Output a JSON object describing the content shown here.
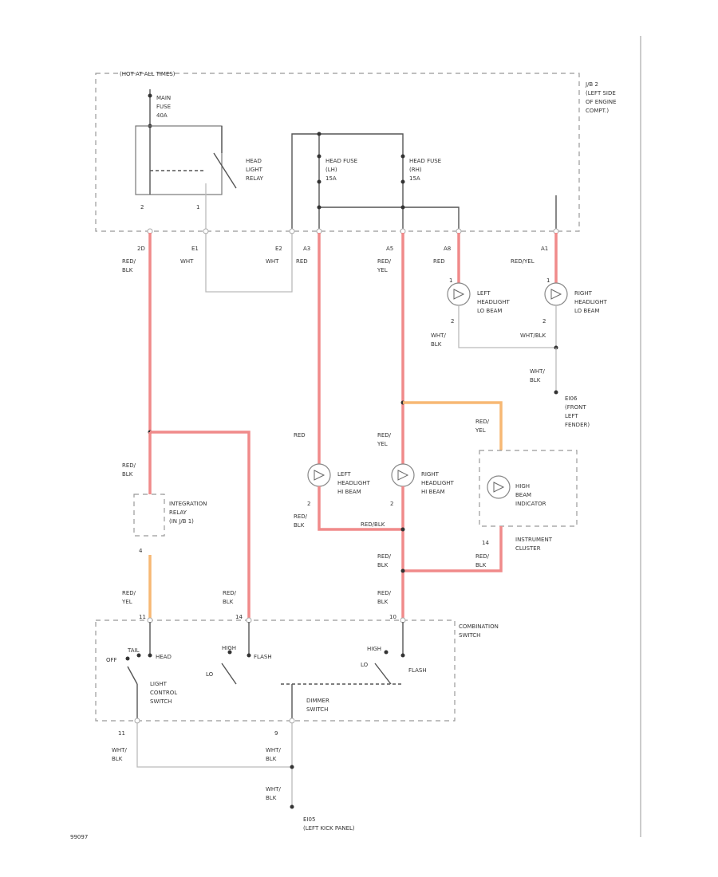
{
  "labels": {
    "under_dash_panel": "(HOT AT ALL TIMES)",
    "main_fuse": [
      "MAIN",
      "FUSE",
      "40A"
    ],
    "headlight_relay": [
      "HEAD",
      "LIGHT",
      "RELAY"
    ],
    "jb2": [
      "J/B 2",
      "(LEFT SIDE",
      "OF ENGINE",
      "COMPT.)"
    ],
    "fuse_lh": [
      "HEAD FUSE",
      "(LH)",
      "15A"
    ],
    "fuse_rh": [
      "HEAD FUSE",
      "(RH)",
      "15A"
    ],
    "relay_pins": [
      "2",
      "1"
    ],
    "conn_top": [
      "2D",
      "E1",
      "E2",
      "A3",
      "A5",
      "A8",
      "A1"
    ],
    "wire_red_blk": [
      "RED/",
      "BLK"
    ],
    "wire_wht_1": "WHT",
    "wire_wht_2": "WHT",
    "wire_red_1": "RED",
    "wire_red_yel_top": [
      "RED/",
      "YEL"
    ],
    "wire_red_left_lo": "RED",
    "wire_red_yel_right_lo": "RED/YEL",
    "left_lo": [
      "LEFT",
      "HEADLIGHT",
      "LO BEAM"
    ],
    "right_lo": [
      "RIGHT",
      "HEADLIGHT",
      "LO BEAM"
    ],
    "lo_pin_1": "1",
    "lo_pin_2": "1",
    "lo_pin_3": "2",
    "lo_pin_4": "2",
    "wire_wht_blk_1": [
      "WHT/",
      "BLK"
    ],
    "wire_wht_blk_2": "WHT/BLK",
    "wire_wht_blk_3": [
      "WHT/",
      "BLK"
    ],
    "ground_front": [
      "EI06",
      "(FRONT",
      "LEFT",
      "FENDER)"
    ],
    "wire_red_yel_ind": [
      "RED/",
      "YEL"
    ],
    "wire_red_hi": "RED",
    "wire_red_yel_hi": [
      "RED/",
      "YEL"
    ],
    "left_hi": [
      "LEFT",
      "HEADLIGHT",
      "HI BEAM"
    ],
    "right_hi": [
      "RIGHT",
      "HEADLIGHT",
      "HI BEAM"
    ],
    "hi_pin_1": "2",
    "hi_pin_2": "2",
    "hi_beam_ind": [
      "HIGH",
      "BEAM",
      "INDICATOR"
    ],
    "instrument_cluster": [
      "INSTRUMENT",
      "CLUSTER"
    ],
    "wire_red_blk_l": [
      "RED/",
      "BLK"
    ],
    "wire_red_blk_mid": "RED/BLK",
    "wire_red_blk_ind": [
      "RED/",
      "BLK"
    ],
    "pin_14": "14",
    "integration_relay": [
      "INTEGRATION",
      "RELAY",
      "(IN J/B 1)"
    ],
    "int_pin": "4",
    "wire_red_yel_sw": [
      "RED/",
      "YEL"
    ],
    "wire_red_blk_sw1": [
      "RED/",
      "BLK"
    ],
    "wire_red_blk_sw2": [
      "RED/",
      "BLK"
    ],
    "sw_pins": [
      "11",
      "14",
      "10"
    ],
    "combination_switch": [
      "COMBINATION",
      "SWITCH"
    ],
    "light_control": [
      "LIGHT",
      "CONTROL",
      "SWITCH"
    ],
    "dimmer": [
      "DIMMER",
      "SWITCH"
    ],
    "sw_head": "HEAD",
    "sw_off": "OFF",
    "sw_tail": "TAIL",
    "sw_flash_1": "FLASH",
    "sw_lo_1": "LO",
    "sw_high": "HIGH",
    "sw_flash_2": "FLASH",
    "sw_lo_2": "LO",
    "sw_high_2": "HIGH",
    "gnd_pins": [
      "11",
      "9"
    ],
    "wire_wht_blk_g1": [
      "WHT/",
      "BLK"
    ],
    "wire_wht_blk_g2": [
      "WHT/",
      "BLK"
    ],
    "wire_wht_blk_g3": [
      "WHT/",
      "BLK"
    ],
    "ground_bottom": [
      "EI05",
      "(LEFT KICK PANEL)"
    ],
    "figure_id": "99097"
  },
  "colors": {
    "red_wire": "#f08a8a",
    "orange_wire": "#f7b874",
    "dashed_box": "#999999"
  }
}
